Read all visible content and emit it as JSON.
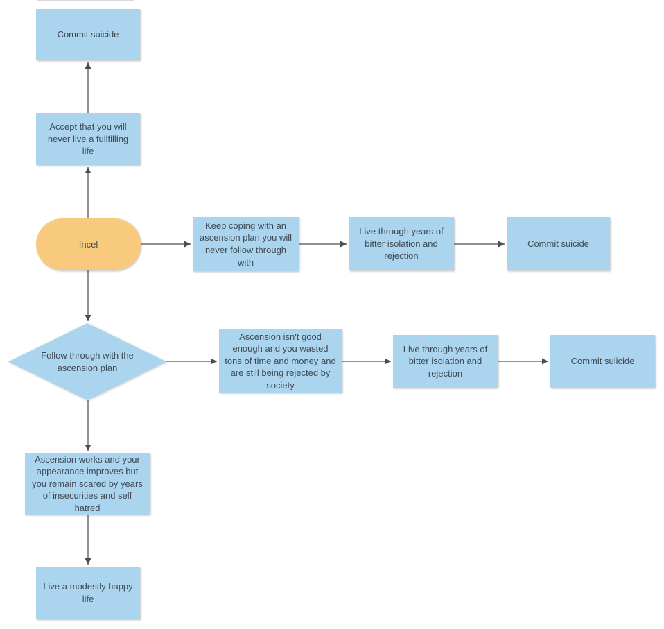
{
  "diagram": {
    "type": "flowchart",
    "colors": {
      "process_fill": "#abd5ee",
      "terminator_fill": "#f8ca7d",
      "arrow_line": "#6e6e6e",
      "arrow_head": "#4d4d4d",
      "text": "#3f4a54",
      "background": "#ffffff"
    },
    "nodes": {
      "commit_suicide_top": {
        "label": "Commit suicide",
        "shape": "process"
      },
      "accept_unfulfilling": {
        "label": "Accept that you will never live a fullfilling life",
        "shape": "process"
      },
      "incel": {
        "label": "Incel",
        "shape": "terminator"
      },
      "keep_coping": {
        "label": "Keep coping with an ascension plan you will never follow through with",
        "shape": "process"
      },
      "bitter_isolation_1": {
        "label": "Live through years of bitter isolation and rejection",
        "shape": "process"
      },
      "commit_suicide_mid": {
        "label": "Commit suicide",
        "shape": "process"
      },
      "follow_through_decision": {
        "label": "Follow through with the ascension plan",
        "shape": "decision"
      },
      "ascension_not_good_enough": {
        "label": "Ascension isn't good enough and you wasted tons of time and money and are still being rejected by society",
        "shape": "process"
      },
      "bitter_isolation_2": {
        "label": "Live through years of bitter isolation and rejection",
        "shape": "process"
      },
      "commit_suiicide": {
        "label": "Commit suiicide",
        "shape": "process"
      },
      "ascension_works": {
        "label": "Ascension works and your appearance improves but you remain scared by years of insecurities and self hatred",
        "shape": "process"
      },
      "modestly_happy": {
        "label": "Live a modestly happy life",
        "shape": "process"
      }
    },
    "edges": [
      {
        "from": "incel",
        "to": "accept_unfulfilling",
        "direction": "up"
      },
      {
        "from": "accept_unfulfilling",
        "to": "commit_suicide_top",
        "direction": "up"
      },
      {
        "from": "incel",
        "to": "keep_coping",
        "direction": "right"
      },
      {
        "from": "keep_coping",
        "to": "bitter_isolation_1",
        "direction": "right"
      },
      {
        "from": "bitter_isolation_1",
        "to": "commit_suicide_mid",
        "direction": "right"
      },
      {
        "from": "incel",
        "to": "follow_through_decision",
        "direction": "down"
      },
      {
        "from": "follow_through_decision",
        "to": "ascension_not_good_enough",
        "direction": "right"
      },
      {
        "from": "ascension_not_good_enough",
        "to": "bitter_isolation_2",
        "direction": "right"
      },
      {
        "from": "bitter_isolation_2",
        "to": "commit_suiicide",
        "direction": "right"
      },
      {
        "from": "follow_through_decision",
        "to": "ascension_works",
        "direction": "down"
      },
      {
        "from": "ascension_works",
        "to": "modestly_happy",
        "direction": "down"
      }
    ]
  }
}
